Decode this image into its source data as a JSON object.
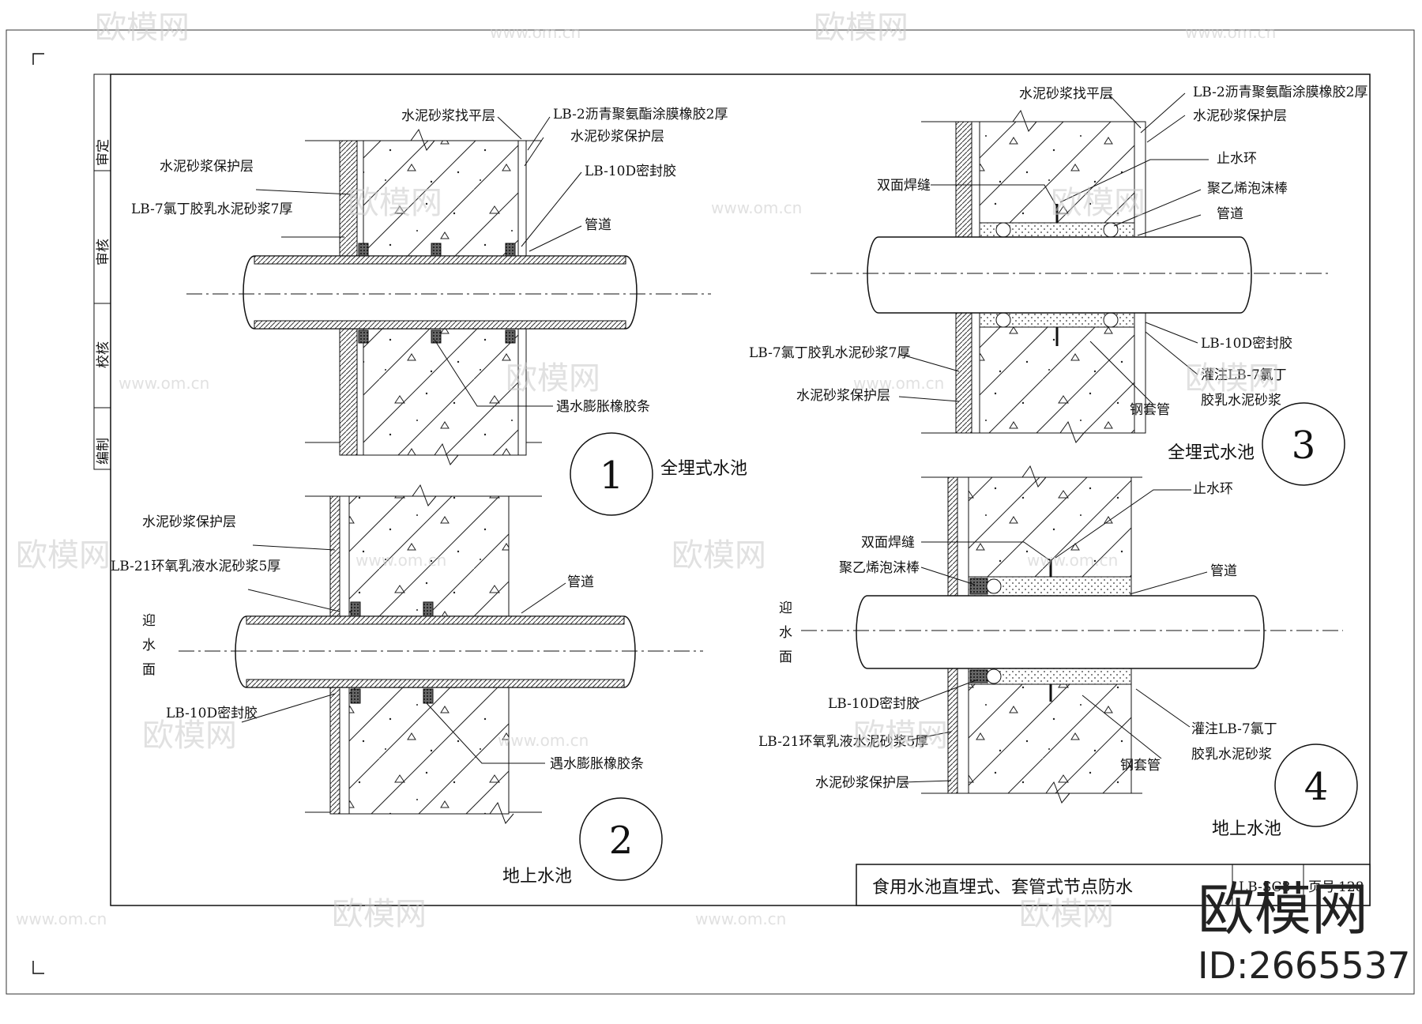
{
  "sheet": {
    "title_block": {
      "title": "食用水池直埋式、套管式节点防水",
      "drawing_no": "LB-SC8",
      "page_label": "页号",
      "page_no": "128"
    },
    "sign_column": [
      "审定",
      "审核",
      "校核",
      "编制"
    ],
    "watermark": {
      "brand": "欧模网",
      "id": "ID:2665537",
      "url": "www.om.cn"
    }
  },
  "details": [
    {
      "number": "1",
      "name": "全埋式水池",
      "labels": {
        "screed": "水泥砂浆找平层",
        "membrane": "LB-2沥青聚氨酯涂膜橡胶2厚",
        "protect_right": "水泥砂浆保护层",
        "sealant": "LB-10D密封胶",
        "pipe": "管道",
        "protect_left": "水泥砂浆保护层",
        "mortar": "LB-7氯丁胶乳水泥砂浆7厚",
        "strip": "遇水膨胀橡胶条"
      }
    },
    {
      "number": "2",
      "name": "地上水池",
      "labels": {
        "protect": "水泥砂浆保护层",
        "mortar": "LB-21环氧乳液水泥砂浆5厚",
        "pipe": "管道",
        "face": "迎水面",
        "sealant": "LB-10D密封胶",
        "strip": "遇水膨胀橡胶条"
      }
    },
    {
      "number": "3",
      "name": "全埋式水池",
      "labels": {
        "screed": "水泥砂浆找平层",
        "membrane": "LB-2沥青聚氨酯涂膜橡胶2厚",
        "protect_right": "水泥砂浆保护层",
        "ring": "止水环",
        "weld": "双面焊缝",
        "foam": "聚乙烯泡沫棒",
        "pipe": "管道",
        "sealant": "LB-10D密封胶",
        "mortar": "LB-7氯丁胶乳水泥砂浆7厚",
        "protect_left": "水泥砂浆保护层",
        "grout_1": "灌注LB-7氯丁",
        "grout_2": "胶乳水泥砂浆",
        "sleeve": "钢套管"
      }
    },
    {
      "number": "4",
      "name": "地上水池",
      "labels": {
        "ring": "止水环",
        "weld": "双面焊缝",
        "foam": "聚乙烯泡沫棒",
        "pipe": "管道",
        "face": "迎水面",
        "sealant": "LB-10D密封胶",
        "mortar": "LB-21环氧乳液水泥砂浆5厚",
        "protect": "水泥砂浆保护层",
        "grout_1": "灌注LB-7氯丁",
        "grout_2": "胶乳水泥砂浆",
        "sleeve": "钢套管"
      }
    }
  ]
}
